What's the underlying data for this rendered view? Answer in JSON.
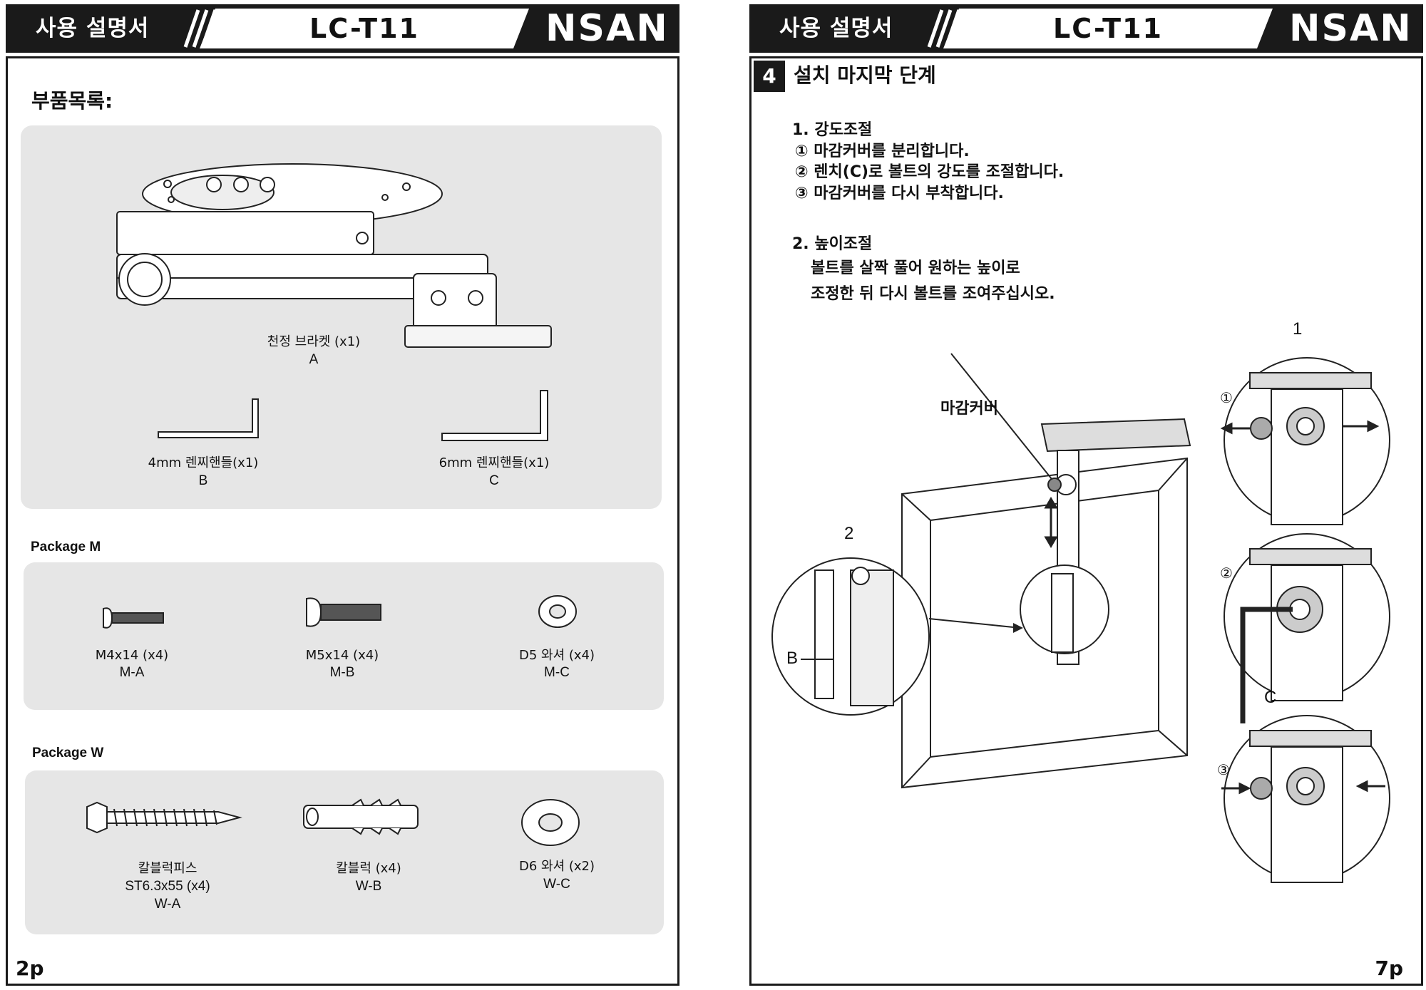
{
  "header": {
    "manual_label": "사용 설명서",
    "model": "LC-T11",
    "brand": "NSAN"
  },
  "left": {
    "parts_title": "부품목록:",
    "bracket": {
      "name": "천정 브라켓 (x1)",
      "code": "A"
    },
    "wrench_b": {
      "name": "4mm 렌찌핸들(x1)",
      "code": "B"
    },
    "wrench_c": {
      "name": "6mm 렌찌핸들(x1)",
      "code": "C"
    },
    "package_m": {
      "title": "Package M",
      "items": [
        {
          "name": "M4x14 (x4)",
          "code": "M-A"
        },
        {
          "name": "M5x14 (x4)",
          "code": "M-B"
        },
        {
          "name": "D5 와셔 (x4)",
          "code": "M-C"
        }
      ]
    },
    "package_w": {
      "title": "Package W",
      "items": [
        {
          "name": "칼블럭피스",
          "spec": "ST6.3x55 (x4)",
          "code": "W-A"
        },
        {
          "name": "칼블럭 (x4)",
          "code": "W-B"
        },
        {
          "name": "D6  와셔 (x2)",
          "code": "W-C"
        }
      ]
    },
    "page_number": "2p"
  },
  "right": {
    "step_number": "4",
    "step_title": "설치 마지막 단계",
    "section1": {
      "title": "1. 강도조절",
      "lines": [
        "① 마감커버를 분리합니다.",
        "② 렌치(C)로 볼트의 강도를 조절합니다.",
        "③ 마감커버를 다시 부착합니다."
      ]
    },
    "section2": {
      "title": "2. 높이조절",
      "lines": [
        "볼트를 살짝 풀어 원하는 높이로",
        "조정한 뒤 다시 볼트를 조여주십시오."
      ]
    },
    "labels": {
      "cover": "마감커버",
      "detail_1": "1",
      "detail_2": "2",
      "b": "B",
      "c": "C",
      "step1": "①",
      "step2": "②",
      "step3": "③"
    },
    "page_number": "7p"
  }
}
